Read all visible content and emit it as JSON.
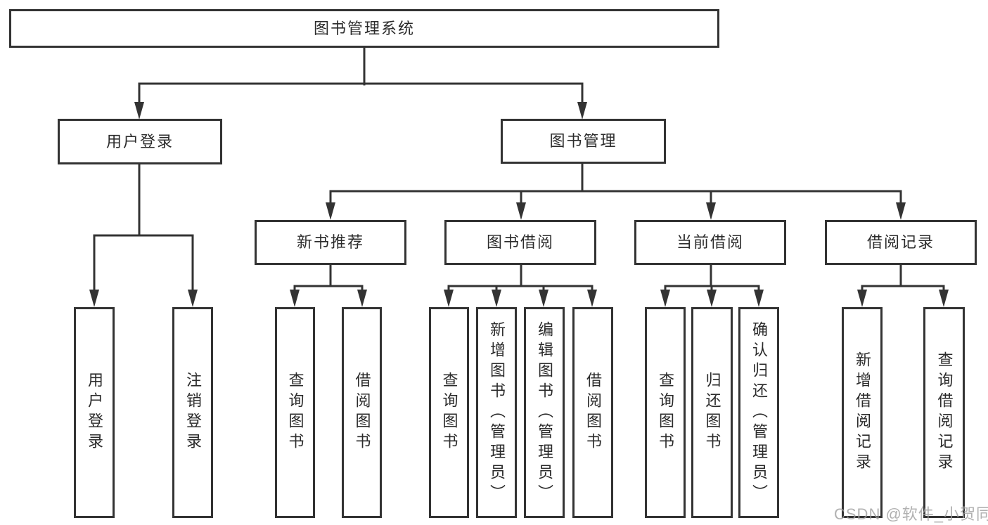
{
  "tree": {
    "label": "图书管理系统",
    "children": [
      {
        "label": "用户登录",
        "children": [
          {
            "label": "用户登录"
          },
          {
            "label": "注销登录"
          }
        ]
      },
      {
        "label": "图书管理",
        "children": [
          {
            "label": "新书推荐",
            "children": [
              {
                "label": "查询图书"
              },
              {
                "label": "借阅图书"
              }
            ]
          },
          {
            "label": "图书借阅",
            "children": [
              {
                "label": "查询图书"
              },
              {
                "label": "新增图书（管理员）"
              },
              {
                "label": "编辑图书（管理员）"
              },
              {
                "label": "借阅图书"
              }
            ]
          },
          {
            "label": "当前借阅",
            "children": [
              {
                "label": "查询图书"
              },
              {
                "label": "归还图书"
              },
              {
                "label": "确认归还（管理员）"
              }
            ]
          },
          {
            "label": "借阅记录",
            "children": [
              {
                "label": "新增借阅记录"
              },
              {
                "label": "查询借阅记录"
              }
            ]
          }
        ]
      }
    ]
  },
  "watermark": {
    "text": "CSDN @软件_小贺同学"
  },
  "colors": {
    "line": "#333333",
    "box_border": "#333333",
    "label_text": "#2b2b2b",
    "watermark": "#9e9e9e",
    "background": "#ffffff"
  }
}
